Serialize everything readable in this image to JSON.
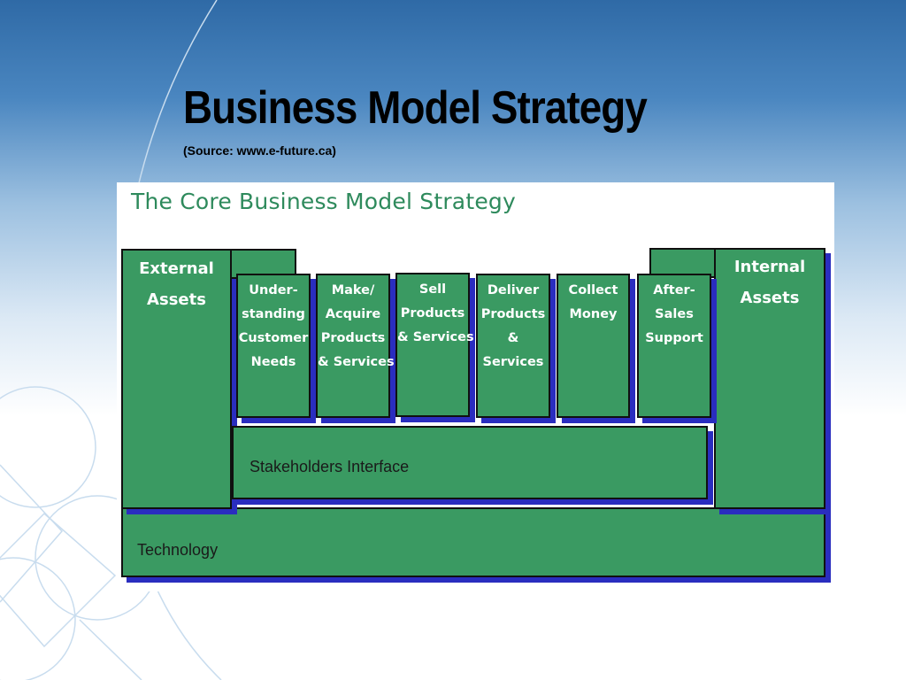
{
  "slide": {
    "title": "Business Model Strategy",
    "source": "(Source: www.e-future.ca)"
  },
  "diagram": {
    "heading": "The Core Business Model Strategy",
    "external_assets": [
      "External",
      "Assets"
    ],
    "internal_assets": [
      "Internal",
      "Assets"
    ],
    "steps": [
      {
        "lines": [
          "Under-",
          "standing",
          "Customer",
          "Needs"
        ]
      },
      {
        "lines": [
          "Make/",
          "Acquire",
          "Products",
          "& Services"
        ]
      },
      {
        "lines": [
          "Sell",
          "Products",
          "& Services"
        ]
      },
      {
        "lines": [
          "Deliver",
          "Products",
          "&",
          "Services"
        ]
      },
      {
        "lines": [
          "Collect",
          "Money"
        ]
      },
      {
        "lines": [
          "After-",
          "Sales",
          "Support"
        ]
      }
    ],
    "stakeholders": "Stakeholders Interface",
    "technology": "Technology",
    "colors": {
      "block_fill": "#3a9a62",
      "block_shadow": "#2a2dbf",
      "heading_text": "#2e8a5c",
      "block_border": "#101010"
    }
  }
}
